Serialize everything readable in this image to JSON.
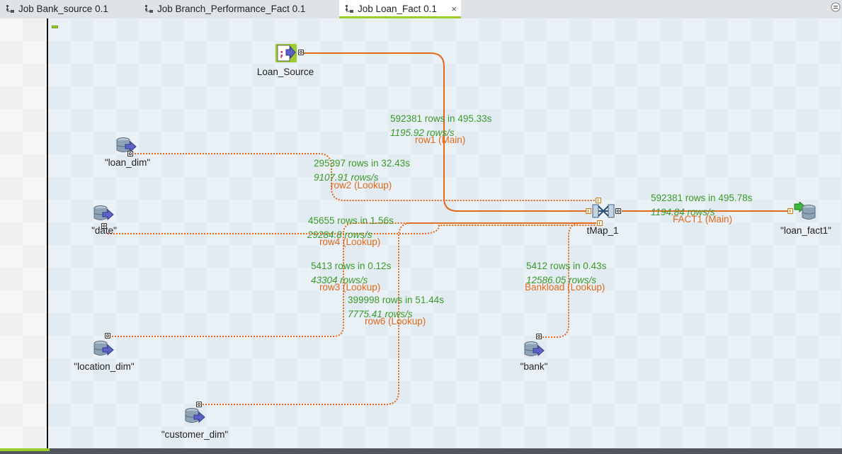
{
  "tabs": [
    {
      "label": "Job Bank_source 0.1",
      "active": false
    },
    {
      "label": "Job Branch_Performance_Fact 0.1",
      "active": false
    },
    {
      "label": "Job Loan_Fact 0.1",
      "active": true
    }
  ],
  "components": {
    "loan_source": "Loan_Source",
    "loan_dim": "\"loan_dim\"",
    "date": "\"date\"",
    "location_dim": "\"location_dim\"",
    "customer_dim": "\"customer_dim\"",
    "tmap": "tMap_1",
    "bank": "\"bank\"",
    "loan_fact": "\"loan_fact1\""
  },
  "links": {
    "row1": {
      "rows": "592381 rows in 495.33s",
      "rate": "1195.92 rows/s",
      "name": "row1 (Main)"
    },
    "row2": {
      "rows": "295397 rows in 32.43s",
      "rate": "9107.91 rows/s",
      "name": "row2 (Lookup)"
    },
    "row4": {
      "rows": "45655 rows in 1.56s",
      "rate": "29284.8 rows/s",
      "name": "row4 (Lookup)"
    },
    "row3": {
      "rows": "5413 rows in 0.12s",
      "rate": "43304 rows/s",
      "name": "row3 (Lookup)"
    },
    "row6": {
      "rows": "399998 rows in 51.44s",
      "rate": "7775.41 rows/s",
      "name": "row6 (Lookup)"
    },
    "bankload": {
      "rows": "5412 rows in 0.43s",
      "rate": "12586.05 rows/s",
      "name": "Bankload (Lookup)"
    },
    "fact1": {
      "rows": "592381 rows in 495.78s",
      "rate": "1194.84 rows/s",
      "name": "FACT1 (Main)"
    }
  },
  "colors": {
    "link": "#e06a1a",
    "stat": "#3a9a2a",
    "accent": "#9ccc2a"
  }
}
